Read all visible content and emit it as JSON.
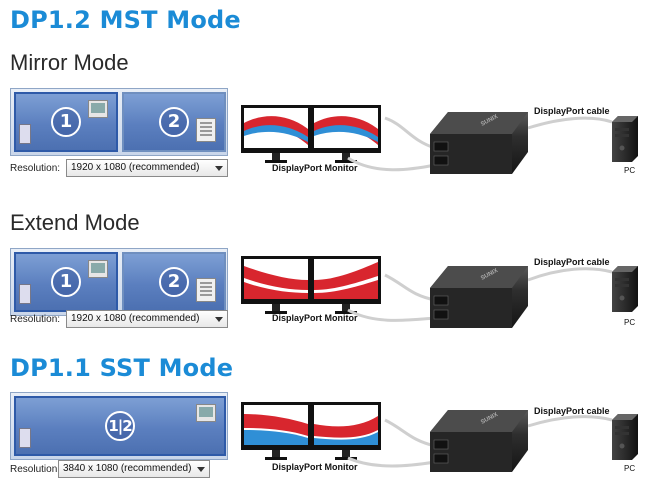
{
  "titles": {
    "mst": "DP1.2 MST Mode",
    "mirror": "Mirror Mode",
    "extend": "Extend Mode",
    "sst": "DP1.1 SST Mode"
  },
  "mirror": {
    "display1": "1",
    "display2": "2",
    "resolution_label": "Resolution:",
    "resolution_value": "1920 x 1080 (recommended)",
    "monitor_label": "DisplayPort Monitor",
    "cable_label": "DisplayPort cable",
    "pc_label": "PC"
  },
  "extend": {
    "display1": "1",
    "display2": "2",
    "resolution_label": "Resolution:",
    "resolution_value": "1920 x 1080 (recommended)",
    "monitor_label": "DisplayPort Monitor",
    "cable_label": "DisplayPort cable",
    "pc_label": "PC"
  },
  "sst": {
    "display": "1|2",
    "resolution_label": "Resolution:",
    "resolution_value": "3840 x 1080 (recommended)",
    "monitor_label": "DisplayPort Monitor",
    "cable_label": "DisplayPort cable",
    "pc_label": "PC"
  },
  "device": {
    "brand": "SUNIX"
  },
  "colors": {
    "title_blue": "#1b8bd6",
    "screen_blue": "#5b7fbf",
    "wave_red": "#d8262e",
    "wave_blue": "#2f8fd6",
    "device_body": "#2b2b2b"
  }
}
